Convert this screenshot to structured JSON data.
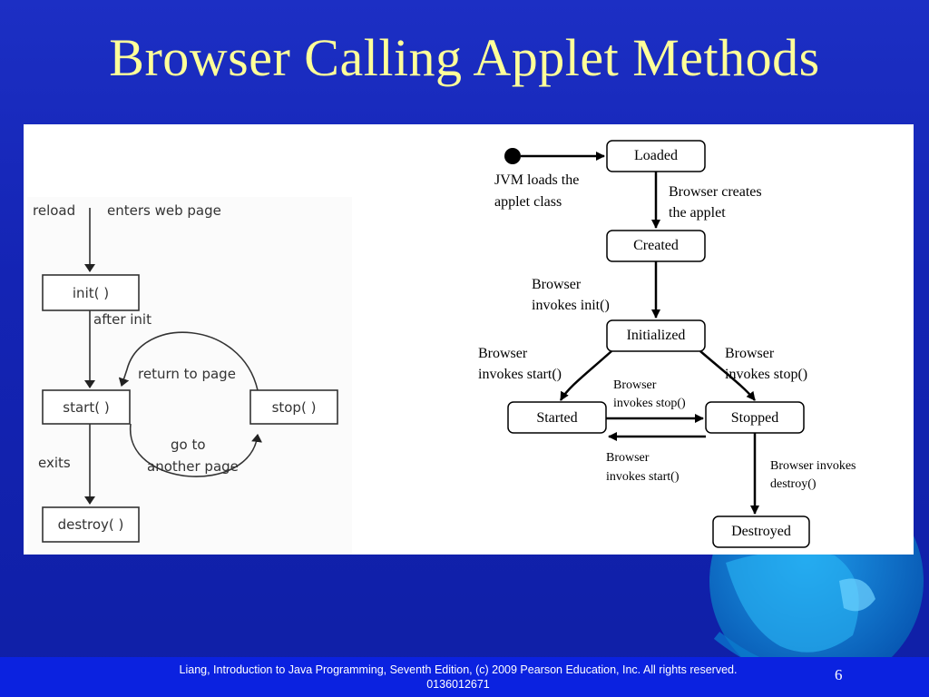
{
  "slide": {
    "title": "Browser Calling Applet Methods",
    "footer": "Liang, Introduction to Java Programming, Seventh Edition, (c) 2009 Pearson Education, Inc. All rights reserved. 0136012671",
    "page_number": "6"
  },
  "left_diagram": {
    "boxes": {
      "init": "init( )",
      "start": "start( )",
      "stop": "stop( )",
      "destroy": "destroy( )"
    },
    "labels": {
      "reload": "reload",
      "enters": "enters web page",
      "after_init": "after init",
      "return_to_page": "return to page",
      "go_to_line1": "go to",
      "go_to_line2": "another page",
      "exits": "exits"
    }
  },
  "right_diagram": {
    "states": {
      "loaded": "Loaded",
      "created": "Created",
      "initialized": "Initialized",
      "started": "Started",
      "stopped": "Stopped",
      "destroyed": "Destroyed"
    },
    "labels": {
      "jvm_line1": "JVM loads the",
      "jvm_line2": "applet class",
      "creates_line1": "Browser creates",
      "creates_line2": "the applet",
      "init_line1": "Browser",
      "init_line2": "invokes init()",
      "start_line1": "Browser",
      "start_line2": "invokes start()",
      "stop_line1": "Browser",
      "stop_line2": "invokes stop()",
      "inner_stop_line1": "Browser",
      "inner_stop_line2": "invokes stop()",
      "inner_start_line1": "Browser",
      "inner_start_line2": "invokes start()",
      "destroy_line1": "Browser invokes",
      "destroy_line2": "destroy()"
    }
  },
  "colors": {
    "background": "#1424b4",
    "title": "#ffff99",
    "footer_bar": "#0b22e0",
    "globe": "#0a8fd8"
  }
}
